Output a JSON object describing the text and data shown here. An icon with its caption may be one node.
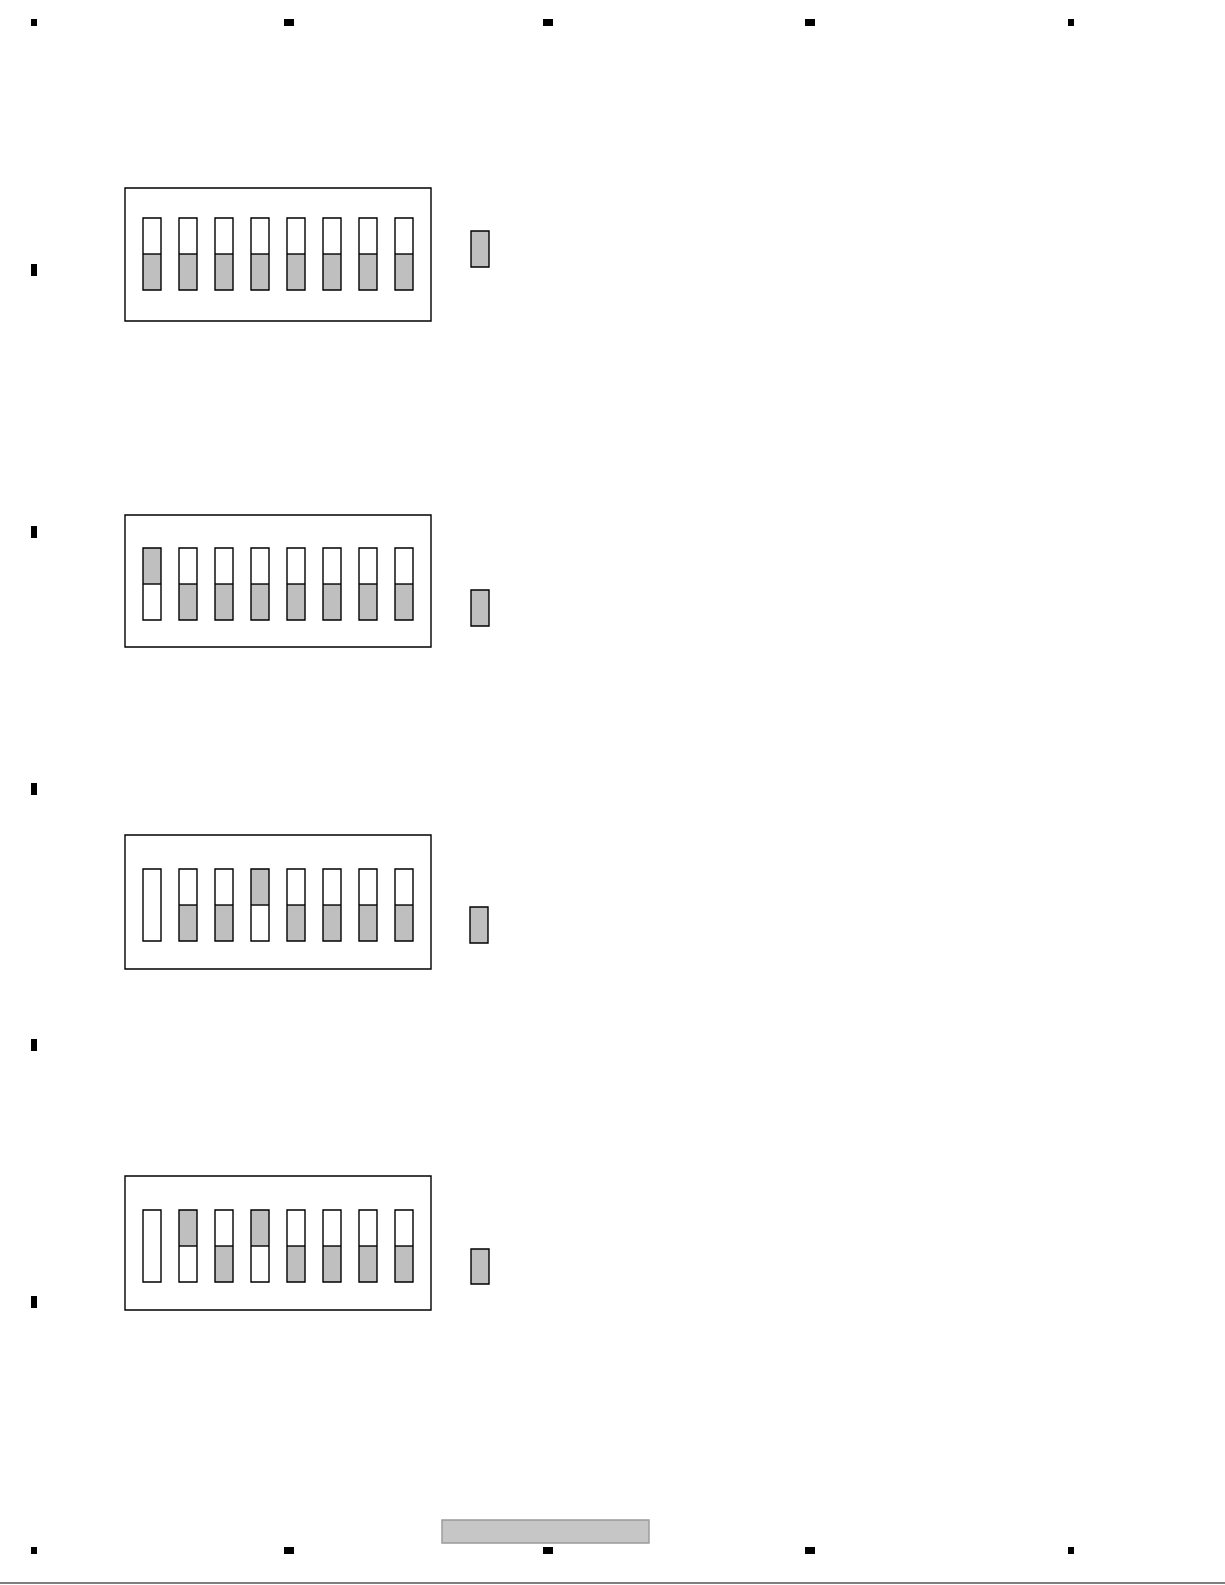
{
  "diagram": {
    "nodes": [
      {
        "text": [],
        "shape": "box"
      },
      {
        "text": [],
        "shape": "bar",
        "in": 0
      },
      {
        "text": [],
        "shape": "bar",
        "in": 0
      },
      {
        "text": [],
        "shape": "bar",
        "in": 0
      },
      {
        "text": [],
        "shape": "bar",
        "in": 0
      },
      {
        "text": [],
        "shape": "bar",
        "in": 0
      },
      {
        "text": [],
        "shape": "bar",
        "in": 0
      },
      {
        "text": [],
        "shape": "bar",
        "in": 0
      },
      {
        "text": [],
        "shape": "bar",
        "in": 0
      },
      {
        "text": [],
        "shape": "box"
      },
      {
        "text": [],
        "shape": "box"
      },
      {
        "text": [],
        "shape": "bar",
        "in": 10
      },
      {
        "text": [],
        "shape": "bar",
        "in": 10
      },
      {
        "text": [],
        "shape": "bar",
        "in": 10
      },
      {
        "text": [],
        "shape": "bar",
        "in": 10
      },
      {
        "text": [],
        "shape": "bar",
        "in": 10
      },
      {
        "text": [],
        "shape": "bar",
        "in": 10
      },
      {
        "text": [],
        "shape": "bar",
        "in": 10
      },
      {
        "text": [],
        "shape": "bar",
        "in": 10
      },
      {
        "text": [],
        "shape": "box"
      },
      {
        "text": [],
        "shape": "box"
      },
      {
        "text": [],
        "shape": "box",
        "in": 20
      },
      {
        "text": [],
        "shape": "bar",
        "in": 20
      },
      {
        "text": [],
        "shape": "bar",
        "in": 20
      },
      {
        "text": [],
        "shape": "bar",
        "in": 20
      },
      {
        "text": [],
        "shape": "bar",
        "in": 20
      },
      {
        "text": [],
        "shape": "bar",
        "in": 20
      },
      {
        "text": [],
        "shape": "bar",
        "in": 20
      },
      {
        "text": [],
        "shape": "bar",
        "in": 20
      },
      {
        "text": [],
        "shape": "box"
      },
      {
        "text": [],
        "shape": "box"
      },
      {
        "text": [],
        "shape": "box",
        "in": 30
      },
      {
        "text": [],
        "shape": "bar",
        "in": 30
      },
      {
        "text": [],
        "shape": "bar",
        "in": 30
      },
      {
        "text": [],
        "shape": "bar",
        "in": 30
      },
      {
        "text": [],
        "shape": "bar",
        "in": 30
      },
      {
        "text": [],
        "shape": "bar",
        "in": 30
      },
      {
        "text": [],
        "shape": "bar",
        "in": 30
      },
      {
        "text": [],
        "shape": "bar",
        "in": 30
      },
      {
        "text": [],
        "shape": "box"
      }
    ]
  }
}
